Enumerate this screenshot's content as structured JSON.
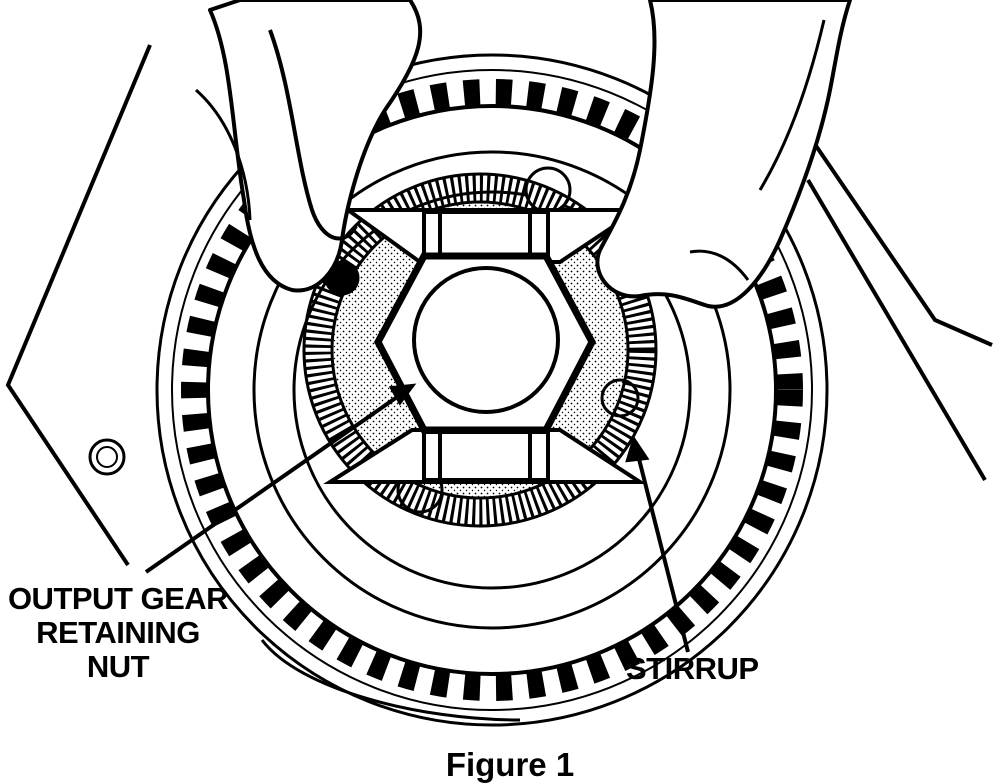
{
  "diagram": {
    "labels": {
      "nut_line1": "OUTPUT GEAR",
      "nut_line2": "RETAINING",
      "nut_line3": "NUT",
      "stirrup": "STIRRUP"
    },
    "caption": "Figure 1",
    "parts": [
      "output-gear",
      "output-gear-retaining-nut",
      "stirrup",
      "hands",
      "housing"
    ],
    "colors": {
      "ink": "#000000",
      "paper": "#ffffff"
    }
  }
}
